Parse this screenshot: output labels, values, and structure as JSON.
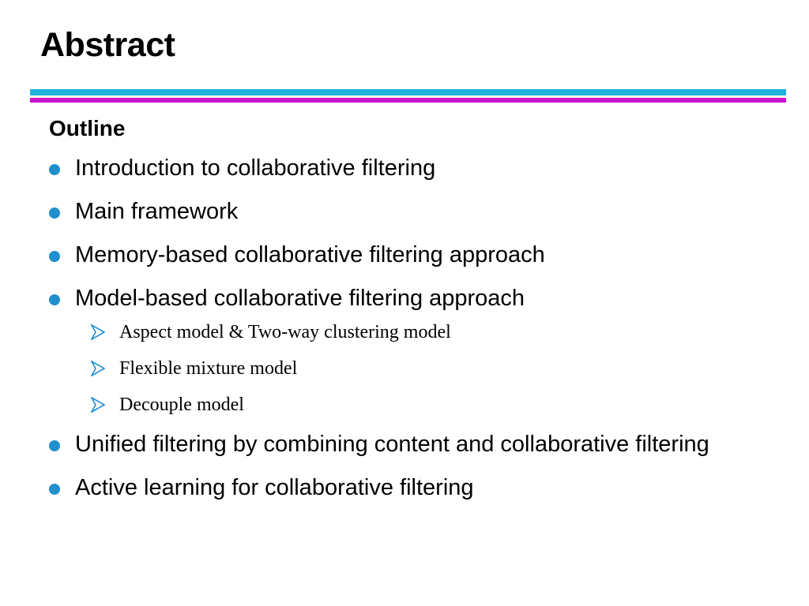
{
  "slide": {
    "title": "Abstract",
    "colors": {
      "rule_top": "#1fb3dc",
      "rule_bottom": "#cc13d3",
      "bullet": "#1f8fd0",
      "sub_arrow": "#1f8fd0"
    }
  },
  "outline": {
    "heading": "Outline",
    "items": [
      {
        "label": "Introduction to collaborative filtering"
      },
      {
        "label": "Main framework"
      },
      {
        "label": "Memory-based collaborative filtering approach"
      },
      {
        "label": "Model-based collaborative filtering approach",
        "sub_items": [
          {
            "label": "Aspect model & Two-way clustering model"
          },
          {
            "label": "Flexible mixture model"
          },
          {
            "label": "Decouple model"
          }
        ]
      },
      {
        "label": "Unified filtering by combining content and collaborative filtering"
      },
      {
        "label": "Active learning for collaborative filtering"
      }
    ],
    "icons": {
      "bullet": "bullet-dot-icon",
      "sub_bullet": "arrowhead-icon"
    }
  }
}
